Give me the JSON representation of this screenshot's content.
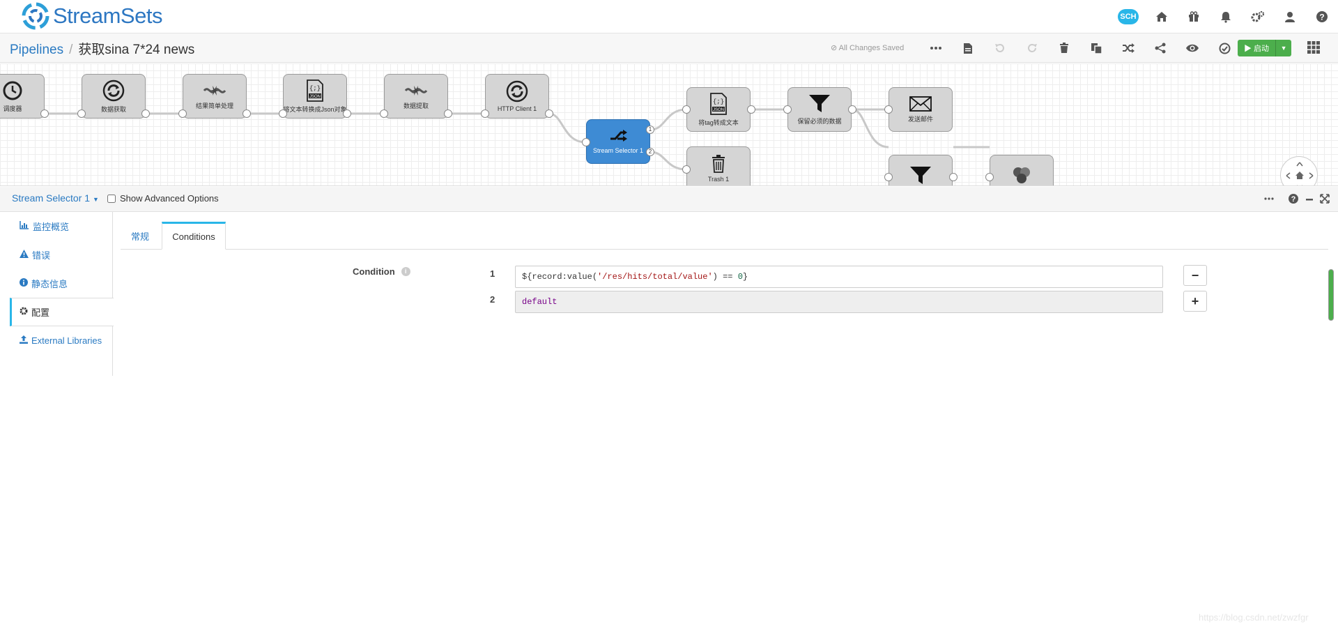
{
  "app": {
    "name": "StreamSets",
    "badge": "SCH"
  },
  "topbar": {
    "icons": [
      "sch-cloud-icon",
      "home-icon",
      "gift-icon",
      "bell-icon",
      "gears-icon",
      "user-icon",
      "help-icon"
    ]
  },
  "breadcrumb": {
    "root": "Pipelines",
    "separator": "/",
    "current": "获取sina 7*24 news"
  },
  "toolbar": {
    "status": "⊘ All Changes Saved",
    "start_label": "▶ 启动",
    "icons": [
      "more-icon",
      "document-icon",
      "undo-icon",
      "redo-icon",
      "delete-icon",
      "duplicate-icon",
      "shuffle-icon",
      "share-icon",
      "preview-eye-icon",
      "validate-check-icon"
    ]
  },
  "pipeline": {
    "stages": [
      {
        "label": "调度器",
        "icon": "clock-icon"
      },
      {
        "label": "数据获取",
        "icon": "sync-icon"
      },
      {
        "label": "结果简单处理",
        "icon": "groovy-icon"
      },
      {
        "label": "将文本转换成Json对象",
        "icon": "json-icon"
      },
      {
        "label": "数据提取",
        "icon": "groovy-icon"
      },
      {
        "label": "HTTP Client 1",
        "icon": "sync-icon"
      },
      {
        "label": "Stream Selector 1",
        "icon": "selector-icon"
      },
      {
        "label": "将tag转成文本",
        "icon": "json-icon"
      },
      {
        "label": "保留必须的数据",
        "icon": "filter-icon"
      },
      {
        "label": "发送邮件",
        "icon": "envelope-icon"
      },
      {
        "label": "Trash 1",
        "icon": "trash-icon"
      },
      {
        "label": "",
        "icon": "filter-icon"
      },
      {
        "label": "",
        "icon": "spark-icon"
      }
    ],
    "selector_outputs": [
      "1",
      "2"
    ]
  },
  "stage_panel": {
    "stage_name": "Stream Selector 1",
    "advanced_label": "Show Advanced Options",
    "sidenav": [
      {
        "label": "监控概览",
        "icon": "chart-icon"
      },
      {
        "label": "错误",
        "icon": "warning-icon"
      },
      {
        "label": "静态信息",
        "icon": "info-icon"
      },
      {
        "label": "配置",
        "icon": "gear-icon"
      },
      {
        "label": "External Libraries",
        "icon": "upload-icon"
      }
    ],
    "tabs": [
      "常规",
      "Conditions"
    ],
    "condition_label": "Condition",
    "conditions": [
      {
        "index": "1",
        "prefix": "${record:value(",
        "path": "'/res/hits/total/value'",
        "op": ") == ",
        "num": "0",
        "suffix": "}"
      },
      {
        "index": "2",
        "value": "default"
      }
    ],
    "remove_label": "−",
    "add_label": "+"
  },
  "watermark": "https://blog.csdn.net/zwzfgr"
}
